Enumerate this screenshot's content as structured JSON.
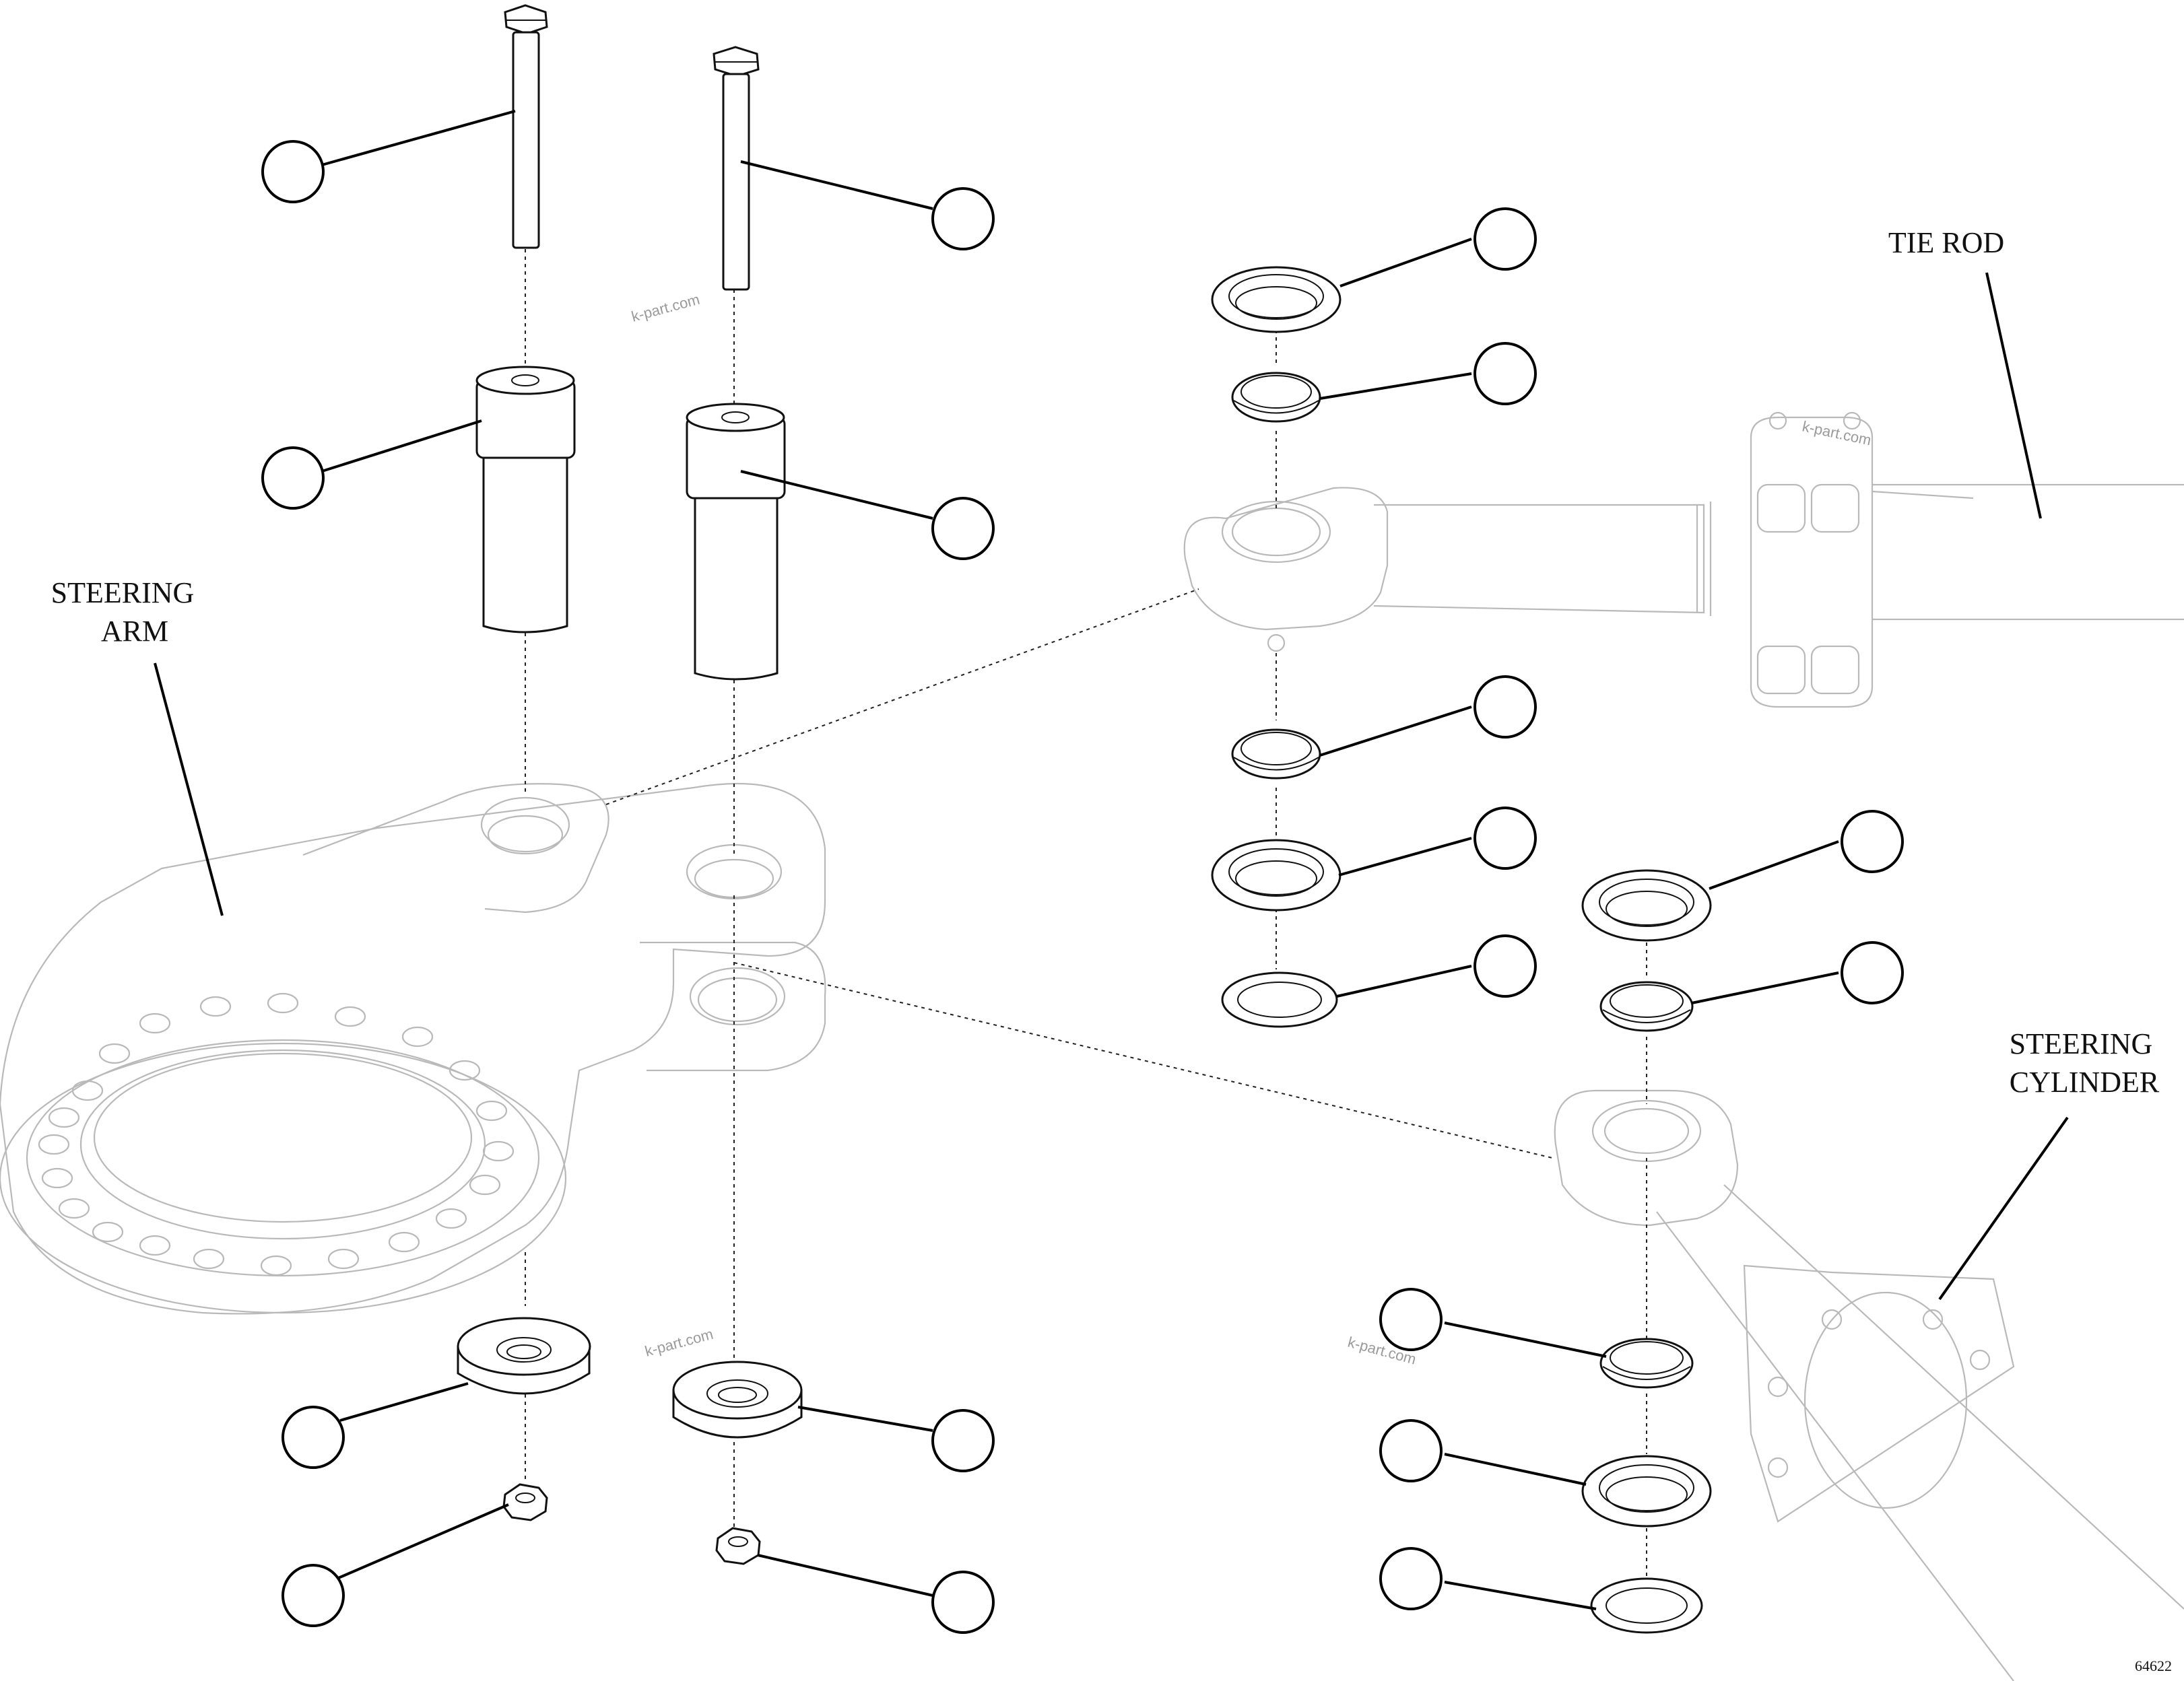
{
  "labels": {
    "steering_arm_line1": "STEERING",
    "steering_arm_line2": "ARM",
    "tie_rod": "TIE ROD",
    "steering_cylinder_line1": "STEERING",
    "steering_cylinder_line2": "CYLINDER"
  },
  "watermark": "k-part.com",
  "figure_number": "64622",
  "callouts": [
    {
      "id": "callout-bolt-left"
    },
    {
      "id": "callout-bolt-right"
    },
    {
      "id": "callout-pin-left"
    },
    {
      "id": "callout-pin-right"
    },
    {
      "id": "callout-washer-left"
    },
    {
      "id": "callout-washer-right"
    },
    {
      "id": "callout-nut-left"
    },
    {
      "id": "callout-nut-right"
    },
    {
      "id": "callout-tierod-seal-upper"
    },
    {
      "id": "callout-tierod-bearing-upper"
    },
    {
      "id": "callout-tierod-bearing-lower"
    },
    {
      "id": "callout-tierod-seal-lower"
    },
    {
      "id": "callout-tierod-shim"
    },
    {
      "id": "callout-cyl-seal-upper"
    },
    {
      "id": "callout-cyl-bearing-upper"
    },
    {
      "id": "callout-cyl-bearing-lower"
    },
    {
      "id": "callout-cyl-seal-lower"
    },
    {
      "id": "callout-cyl-shim"
    }
  ],
  "colors": {
    "line": "#000000",
    "ghost": "#b9b9b9",
    "watermark": "#9a9a9a"
  }
}
